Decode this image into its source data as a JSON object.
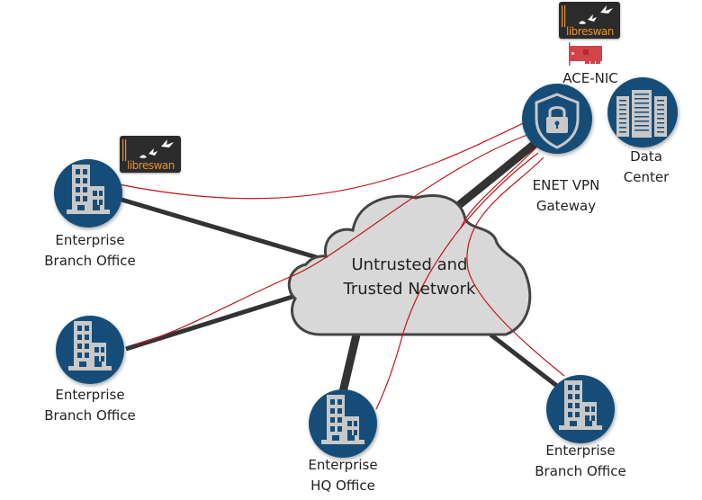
{
  "diagram": {
    "title": "Libreswan ENET VPN Gateway Network Topology",
    "colors": {
      "node_fill": "#164d78",
      "icon_fill": "#c8c8c8",
      "cloud_fill": "#d8d8d8",
      "cloud_stroke": "#444444",
      "trunk_link": "#333333",
      "vpn_tunnel": "#c0151b",
      "logo_bg": "#2b2b2b",
      "logo_text": "#e8912d",
      "nic_card": "#d2434a"
    },
    "cloud": {
      "label_line1": "Untrusted and",
      "label_line2": "Trusted Network"
    },
    "nodes": {
      "gateway": {
        "icon": "shield-lock-icon",
        "label_line1": "ENET VPN",
        "label_line2": "Gateway"
      },
      "data_center": {
        "icon": "server-rack-icon",
        "label_line1": "Data",
        "label_line2": "Center"
      },
      "branch_top_left": {
        "icon": "building-icon",
        "label_line1": "Enterprise",
        "label_line2": "Branch Office"
      },
      "branch_bottom_left": {
        "icon": "building-icon",
        "label_line1": "Enterprise",
        "label_line2": "Branch Office"
      },
      "hq": {
        "icon": "building-icon",
        "label_line1": "Enterprise",
        "label_line2": "HQ Office"
      },
      "branch_bottom_right": {
        "icon": "building-icon",
        "label_line1": "Enterprise",
        "label_line2": "Branch Office"
      }
    },
    "nic": {
      "icon": "network-card-icon",
      "label": "ACE-NIC"
    },
    "logos": {
      "gateway_logo": {
        "text": "libreswan",
        "icon": "swan-birds-icon"
      },
      "branch_logo": {
        "text": "libreswan",
        "icon": "swan-birds-icon"
      }
    },
    "links": [
      {
        "from": "gateway",
        "to": "cloud",
        "type": "trunk"
      },
      {
        "from": "branch_top_left",
        "to": "cloud",
        "type": "trunk"
      },
      {
        "from": "branch_bottom_left",
        "to": "cloud",
        "type": "trunk"
      },
      {
        "from": "hq",
        "to": "cloud",
        "type": "trunk"
      },
      {
        "from": "branch_bottom_right",
        "to": "cloud",
        "type": "trunk"
      }
    ],
    "tunnels": [
      {
        "from": "gateway",
        "to": "branch_top_left",
        "type": "vpn"
      },
      {
        "from": "gateway",
        "to": "branch_bottom_left",
        "type": "vpn"
      },
      {
        "from": "gateway",
        "to": "hq",
        "type": "vpn"
      },
      {
        "from": "gateway",
        "to": "branch_bottom_right",
        "type": "vpn"
      }
    ]
  }
}
